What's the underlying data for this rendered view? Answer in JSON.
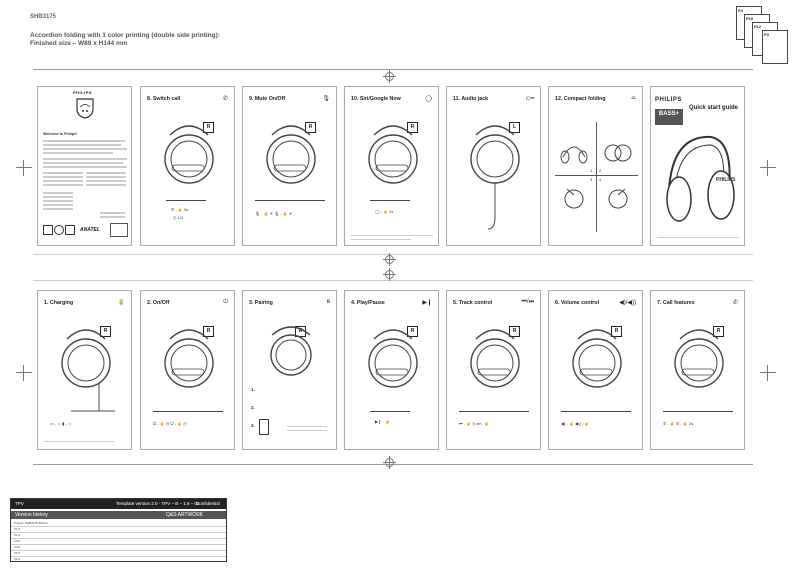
{
  "header": {
    "model_code": "SHB3175",
    "line1": "Accordion folding with 1 color printing (double side printing):",
    "line2": "Finished size – W89 x H144 mm"
  },
  "thumbnails": [
    "P4",
    "P10",
    "P12",
    "P3"
  ],
  "top_row": [
    {
      "id": "welcome",
      "title": ""
    },
    {
      "id": "switch-call",
      "title": "8. Switch call",
      "icon": "✆"
    },
    {
      "id": "mute",
      "title": "9. Mute On/Off",
      "icon": "🎙"
    },
    {
      "id": "siri",
      "title": "10. Siri/Google Now",
      "icon": "◯"
    },
    {
      "id": "audio-jack",
      "title": "11. Audio jack",
      "icon": "⊂━"
    },
    {
      "id": "compact",
      "title": "12. Compact folding",
      "icon": "⌓"
    },
    {
      "id": "cover",
      "title": ""
    }
  ],
  "bottom_row": [
    {
      "id": "charging",
      "title": "1. Charging",
      "icon": "🔋"
    },
    {
      "id": "onoff",
      "title": "2. On/Off",
      "icon": "⏻"
    },
    {
      "id": "pairing",
      "title": "3. Pairing",
      "icon": "ʙ"
    },
    {
      "id": "playpause",
      "title": "4. Play/Pause",
      "icon": "▶❙"
    },
    {
      "id": "track",
      "title": "5. Track control",
      "icon": "⏮/⏭"
    },
    {
      "id": "volume",
      "title": "6. Volume control",
      "icon": "◀)/◀))"
    },
    {
      "id": "callfeatures",
      "title": "7. Call features",
      "icon": "✆"
    }
  ],
  "cover": {
    "brand": "PHILIPS",
    "sub_brand": "BASS+",
    "title": "Quick start guide"
  },
  "welcome": {
    "brand": "PHILIPS",
    "heading": "Welcome to Philips!",
    "agency": "ANATEL"
  },
  "compact_numbers": [
    "1",
    "2",
    "3",
    "4"
  ],
  "pairing_steps": [
    "1.",
    "2.",
    "3."
  ],
  "version_history": {
    "top_left": "TPV",
    "top_mid": "Template version 2.0 · TPV – B – 1.6 – 04",
    "top_right": "Confidential",
    "band_left": "Version history",
    "band_right": "Q&S ARTWORK",
    "rows": [
      "Project: SHB3175 BASS+",
      "V1.0",
      "V2.0",
      "V3.0",
      "V4.0",
      "V5.0",
      "V6.0",
      "V7.0"
    ]
  },
  "colors": {
    "panel_border": "#aaaaaa",
    "ink": "#222222",
    "band": "#555555"
  }
}
